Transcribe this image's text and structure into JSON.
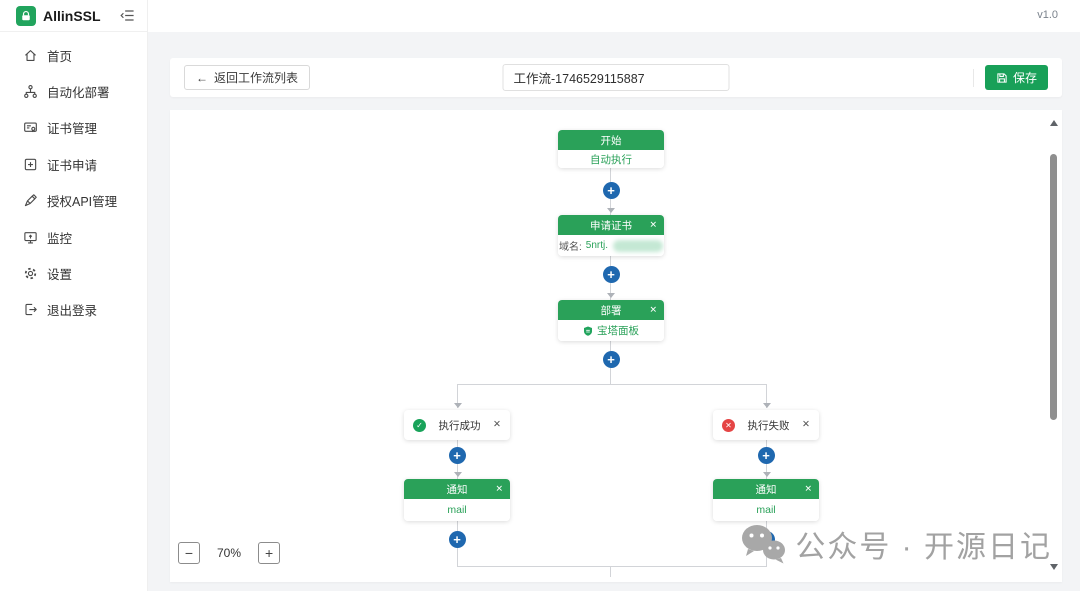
{
  "app": {
    "brand": "AllinSSL",
    "version": "v1.0"
  },
  "icons": {
    "back_arrow": "←",
    "close": "✕",
    "plus": "+",
    "minus": "−",
    "check": "✓",
    "cross": "✕"
  },
  "sidebar": {
    "items": [
      {
        "label": "首页",
        "icon": "home-icon"
      },
      {
        "label": "自动化部署",
        "icon": "deploy-icon"
      },
      {
        "label": "证书管理",
        "icon": "cert-manage-icon"
      },
      {
        "label": "证书申请",
        "icon": "cert-apply-icon"
      },
      {
        "label": "授权API管理",
        "icon": "api-icon"
      },
      {
        "label": "监控",
        "icon": "monitor-icon"
      },
      {
        "label": "设置",
        "icon": "gear-icon"
      },
      {
        "label": "退出登录",
        "icon": "logout-icon"
      }
    ]
  },
  "toolbar": {
    "back_label": "返回工作流列表",
    "workflow_name_value": "工作流-1746529115887",
    "save_label": "保存"
  },
  "workflow": {
    "start": {
      "title": "开始",
      "body": "自动执行"
    },
    "apply": {
      "title": "申请证书",
      "domain_label": "域名:",
      "domain_value": "5nrtj."
    },
    "deploy": {
      "title": "部署",
      "provider": "宝塔面板"
    },
    "branch_success": {
      "label": "执行成功"
    },
    "branch_fail": {
      "label": "执行失败"
    },
    "notify_success": {
      "title": "通知",
      "channel": "mail"
    },
    "notify_fail": {
      "title": "通知",
      "channel": "mail"
    }
  },
  "canvas": {
    "zoom_level": "70%"
  },
  "watermark": {
    "text": "公众号 · 开源日记"
  },
  "colors": {
    "primary_green": "#18a058",
    "node_header_green": "#2aa159",
    "plus_blue": "#1f68af",
    "fail_red": "#e54545",
    "line_gray": "#d2d4d8"
  }
}
